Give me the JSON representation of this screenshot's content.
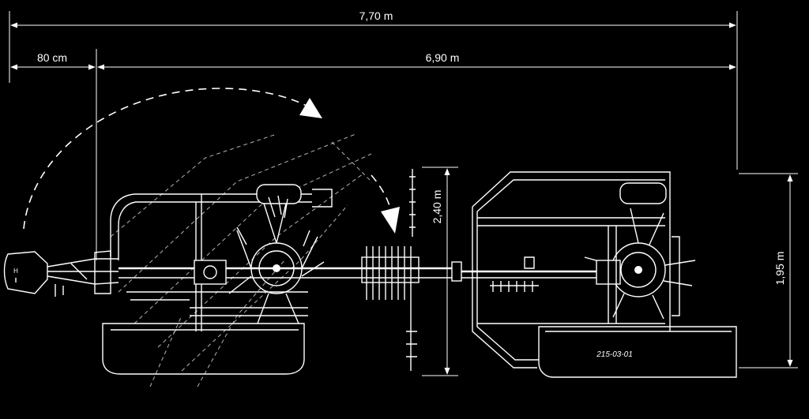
{
  "dimensions": {
    "overall_length": "7,70 m",
    "hitch_offset": "80 cm",
    "working_length": "6,90 m",
    "working_width": "2,40 m",
    "transport_width": "1,95 m"
  },
  "drawing_number": "215-03-01",
  "hitch_mark": "H"
}
